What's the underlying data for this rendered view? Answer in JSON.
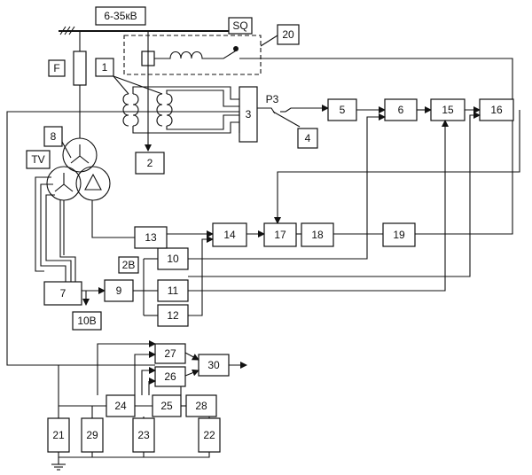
{
  "busbar_label": "6-35кВ",
  "switch_label": "SQ",
  "fuse_label": "F",
  "vt_label": "TV",
  "relay_label": "Р3",
  "block_2v_label": "2В",
  "block_10v_label": "10В",
  "blocks": [
    {
      "id": "1",
      "label": "1"
    },
    {
      "id": "2",
      "label": "2"
    },
    {
      "id": "3",
      "label": "3"
    },
    {
      "id": "4",
      "label": "4"
    },
    {
      "id": "5",
      "label": "5"
    },
    {
      "id": "6",
      "label": "6"
    },
    {
      "id": "7",
      "label": "7"
    },
    {
      "id": "8",
      "label": "8"
    },
    {
      "id": "9",
      "label": "9"
    },
    {
      "id": "10",
      "label": "10"
    },
    {
      "id": "11",
      "label": "11"
    },
    {
      "id": "12",
      "label": "12"
    },
    {
      "id": "13",
      "label": "13"
    },
    {
      "id": "14",
      "label": "14"
    },
    {
      "id": "15",
      "label": "15"
    },
    {
      "id": "16",
      "label": "16"
    },
    {
      "id": "17",
      "label": "17"
    },
    {
      "id": "18",
      "label": "18"
    },
    {
      "id": "19",
      "label": "19"
    },
    {
      "id": "20",
      "label": "20"
    },
    {
      "id": "21",
      "label": "21"
    },
    {
      "id": "22",
      "label": "22"
    },
    {
      "id": "23",
      "label": "23"
    },
    {
      "id": "24",
      "label": "24"
    },
    {
      "id": "25",
      "label": "25"
    },
    {
      "id": "26",
      "label": "26"
    },
    {
      "id": "27",
      "label": "27"
    },
    {
      "id": "28",
      "label": "28"
    },
    {
      "id": "29",
      "label": "29"
    },
    {
      "id": "30",
      "label": "30"
    }
  ]
}
